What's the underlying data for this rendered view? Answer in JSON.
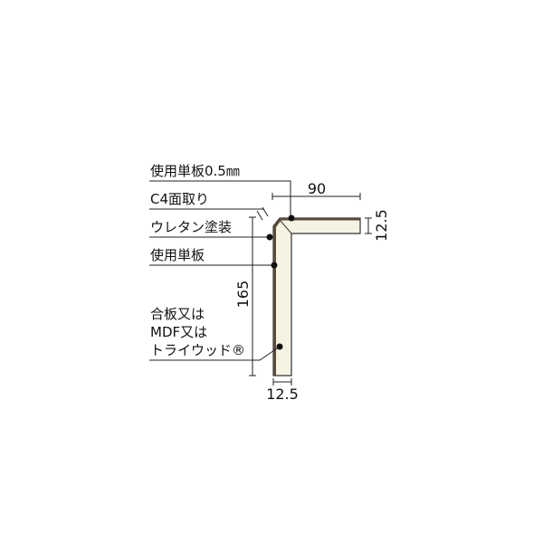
{
  "labels": {
    "veneer_thickness": "使用単板0.5㎜",
    "chamfer": "C4面取り",
    "urethane": "ウレタン塗装",
    "veneer": "使用単板",
    "core_line1": "合板又は",
    "core_line2": "MDF又は",
    "core_line3": "トライウッド®"
  },
  "dimensions": {
    "width": "90",
    "top_thickness": "12.5",
    "height": "165",
    "side_thickness": "12.5"
  },
  "colors": {
    "board_fill": "#f6f3e3",
    "veneer": "#5a4a3a",
    "line": "#222222"
  }
}
